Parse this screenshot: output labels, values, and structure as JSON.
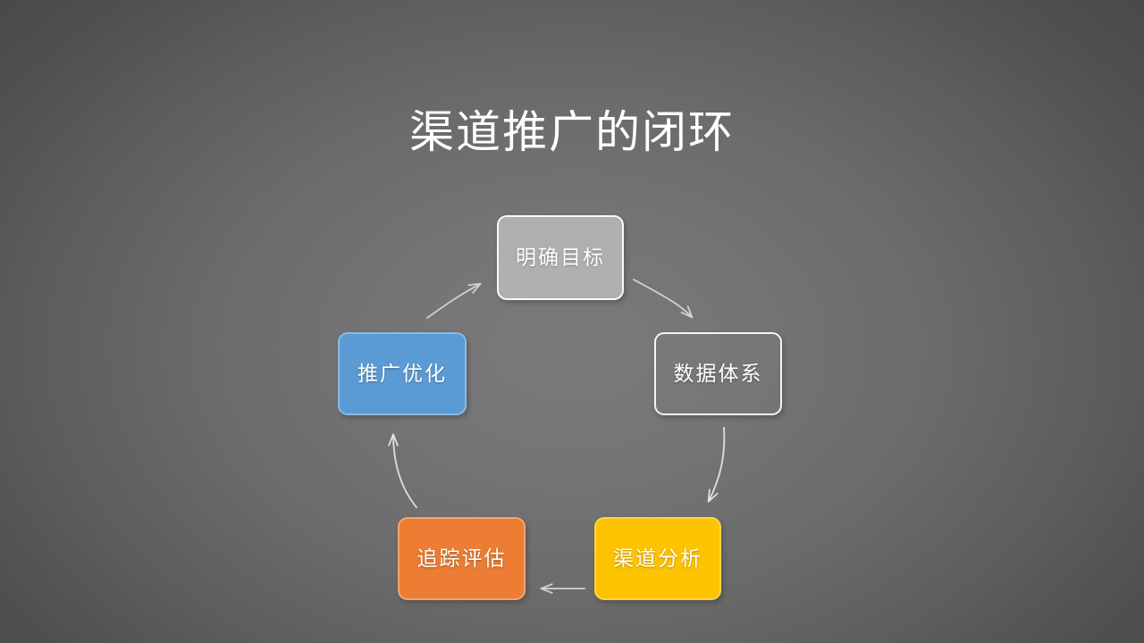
{
  "slide": {
    "title": "渠道推广的闭环",
    "background_color": "#6b6b6b",
    "title_color": "#ffffff"
  },
  "diagram": {
    "type": "closed-loop-cycle",
    "direction": "clockwise",
    "nodes": [
      {
        "id": "goal",
        "label": "明确目标",
        "order": 1,
        "fill": "#d7d3d0",
        "text_color": "#ffffff",
        "border": "#ffffff"
      },
      {
        "id": "data",
        "label": "数据体系",
        "order": 2,
        "fill": "transparent",
        "text_color": "#ffffff",
        "border": "#ffffff"
      },
      {
        "id": "channel",
        "label": "渠道分析",
        "order": 3,
        "fill": "#fdc300",
        "text_color": "#ffffff",
        "border": "#ffffff"
      },
      {
        "id": "track",
        "label": "追踪评估",
        "order": 4,
        "fill": "#ec7d32",
        "text_color": "#ffffff",
        "border": "#ffffff"
      },
      {
        "id": "promo",
        "label": "推广优化",
        "order": 5,
        "fill": "#5b9bd5",
        "text_color": "#ffffff",
        "border": "#ffffff"
      }
    ],
    "arrows": [
      {
        "from": "goal",
        "to": "data",
        "shape": "curved",
        "color": "#d0d0d0"
      },
      {
        "from": "data",
        "to": "channel",
        "shape": "curved",
        "color": "#d8d8d8"
      },
      {
        "from": "channel",
        "to": "track",
        "shape": "straight",
        "color": "#c8c8c8"
      },
      {
        "from": "track",
        "to": "promo",
        "shape": "curved",
        "color": "#d8d8d8"
      },
      {
        "from": "promo",
        "to": "goal",
        "shape": "curved",
        "color": "#d0d0d0"
      }
    ]
  }
}
